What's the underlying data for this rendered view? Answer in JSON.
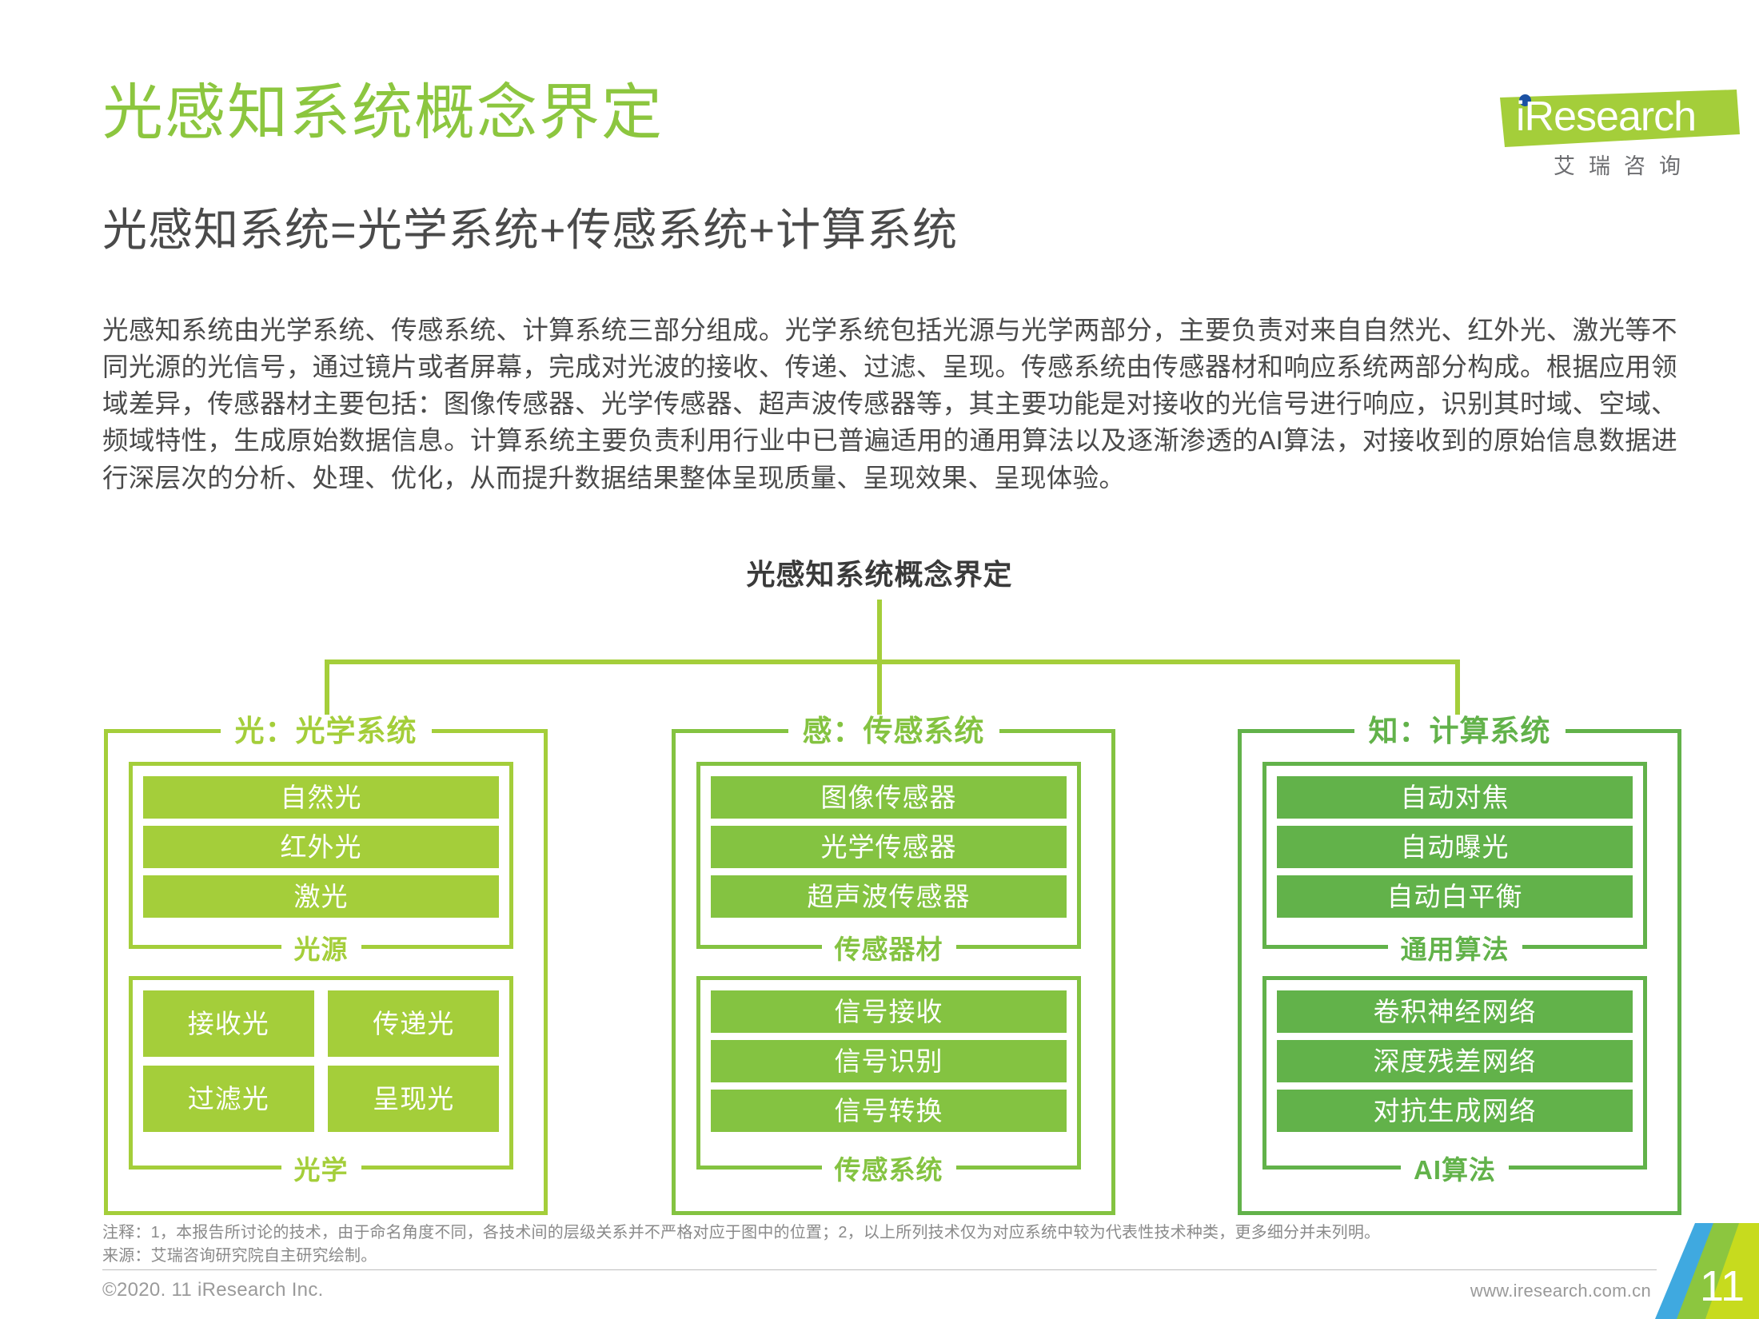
{
  "header": {
    "title": "光感知系统概念界定",
    "subtitle": "光感知系统=光学系统+传感系统+计算系统",
    "body": "光感知系统由光学系统、传感系统、计算系统三部分组成。光学系统包括光源与光学两部分，主要负责对来自自然光、红外光、激光等不同光源的光信号，通过镜片或者屏幕，完成对光波的接收、传递、过滤、呈现。传感系统由传感器材和响应系统两部分构成。根据应用领域差异，传感器材主要包括：图像传感器、光学传感器、超声波传感器等，其主要功能是对接收的光信号进行响应，识别其时域、空域、频域特性，生成原始数据信息。计算系统主要负责利用行业中已普遍适用的通用算法以及逐渐渗透的AI算法，对接收到的原始信息数据进行深层次的分析、处理、优化，从而提升数据结果整体呈现质量、呈现效果、呈现体验。"
  },
  "logo": {
    "word": "iResearch",
    "cn": "艾瑞咨询"
  },
  "chart_data": {
    "type": "diagram",
    "title": "光感知系统概念界定",
    "root": "光感知系统概念界定",
    "branches": [
      {
        "header": "光：光学系统",
        "color": "#A4CE3A",
        "groups": [
          {
            "label": "光源",
            "layout": "rows",
            "items": [
              "自然光",
              "红外光",
              "激光"
            ]
          },
          {
            "label": "光学",
            "layout": "grid2",
            "items": [
              "接收光",
              "传递光",
              "过滤光",
              "呈现光"
            ]
          }
        ]
      },
      {
        "header": "感：传感系统",
        "color": "#84C341",
        "groups": [
          {
            "label": "传感器材",
            "layout": "rows",
            "items": [
              "图像传感器",
              "光学传感器",
              "超声波传感器"
            ]
          },
          {
            "label": "传感系统",
            "layout": "rows",
            "items": [
              "信号接收",
              "信号识别",
              "信号转换"
            ]
          }
        ]
      },
      {
        "header": "知：计算系统",
        "color": "#62B24A",
        "groups": [
          {
            "label": "通用算法",
            "layout": "rows",
            "items": [
              "自动对焦",
              "自动曝光",
              "自动白平衡"
            ]
          },
          {
            "label": "AI算法",
            "layout": "rows",
            "items": [
              "卷积神经网络",
              "深度残差网络",
              "对抗生成网络"
            ]
          }
        ]
      }
    ]
  },
  "footer": {
    "notes_line1": "注释：1，本报告所讨论的技术，由于命名角度不同，各技术间的层级关系并不严格对应于图中的位置；2，以上所列技术仅为对应系统中较为代表性技术种类，更多细分并未列明。",
    "notes_line2": "来源：艾瑞咨询研究院自主研究绘制。",
    "copyright": "©2020. 11 iResearch Inc.",
    "website": "www.iresearch.com.cn",
    "page_number": "11"
  }
}
